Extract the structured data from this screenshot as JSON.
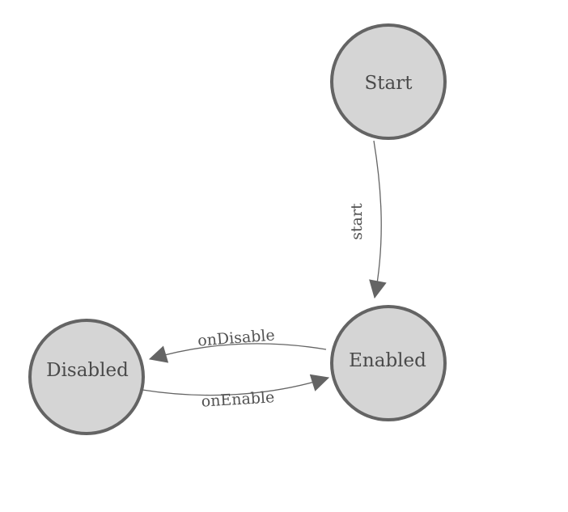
{
  "diagram": {
    "type": "state-machine",
    "background_color": "#ffffff",
    "node_fill_color": "#d5d5d5",
    "node_stroke_color": "#646464",
    "node_text_color": "#4a4a4a",
    "edge_color": "#646464",
    "edge_label_color": "#525252",
    "nodes": [
      {
        "id": "start",
        "label": "Start"
      },
      {
        "id": "enabled",
        "label": "Enabled"
      },
      {
        "id": "disabled",
        "label": "Disabled"
      }
    ],
    "edges": [
      {
        "from": "start",
        "to": "enabled",
        "label": "start"
      },
      {
        "from": "enabled",
        "to": "disabled",
        "label": "onDisable"
      },
      {
        "from": "disabled",
        "to": "enabled",
        "label": "onEnable"
      }
    ]
  }
}
